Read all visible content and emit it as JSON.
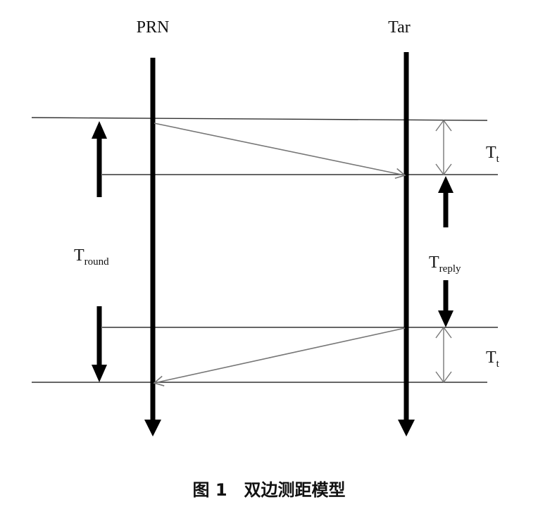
{
  "nodes": {
    "left": "PRN",
    "right": "Tar"
  },
  "intervals": {
    "t_round": {
      "base": "T",
      "sub": "round"
    },
    "t_reply": {
      "base": "T",
      "sub": "reply"
    },
    "t_t_top": {
      "base": "T",
      "sub": "t"
    },
    "t_t_bottom": {
      "base": "T",
      "sub": "t"
    }
  },
  "caption": {
    "figure": "图 1",
    "title": "双边测距模型"
  },
  "colors": {
    "lifeline": "#000000",
    "message": "#777777",
    "guide": "#333333"
  }
}
